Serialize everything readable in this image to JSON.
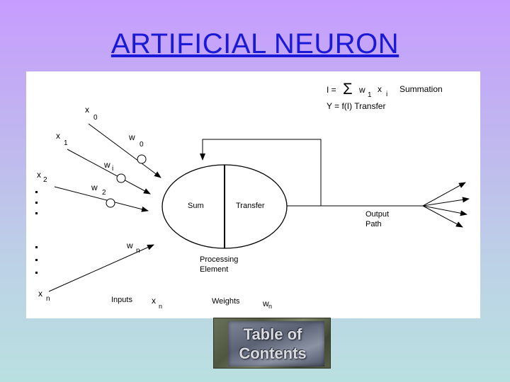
{
  "slide": {
    "title": "ARTIFICIAL NEURON"
  },
  "diagram": {
    "formula": {
      "i_eq": "I =",
      "sigma": "Σ",
      "w": "w",
      "w_sub": "1",
      "x": "x",
      "x_sub": "i",
      "summation_label": "Summation",
      "transfer_eq": "Y = f(I) Transfer"
    },
    "inputs": [
      {
        "var": "x",
        "sub": "0"
      },
      {
        "var": "x",
        "sub": "1"
      },
      {
        "var": "x",
        "sub": "2"
      },
      {
        "var": "x",
        "sub": "n"
      }
    ],
    "weights": [
      {
        "var": "w",
        "sub": "0"
      },
      {
        "var": "w",
        "sub": "i"
      },
      {
        "var": "w",
        "sub": "2"
      },
      {
        "var": "w",
        "sub": "n"
      }
    ],
    "sum_label": "Sum",
    "transfer_label": "Transfer",
    "output_label_1": "Output",
    "output_label_2": "Path",
    "processing_label_1": "Processing",
    "processing_label_2": "Element",
    "bottom_inputs_label": "Inputs",
    "bottom_inputs_var": "x",
    "bottom_inputs_sub": "n",
    "bottom_weights_label": "Weights",
    "bottom_weights_var": "w",
    "bottom_weights_sub": "n"
  },
  "toc_button": {
    "line1": "Table of",
    "line2": "Contents"
  },
  "colors": {
    "title": "#1a1ad6",
    "background_top": "#c79cff",
    "background_bottom": "#b9e0e0"
  }
}
